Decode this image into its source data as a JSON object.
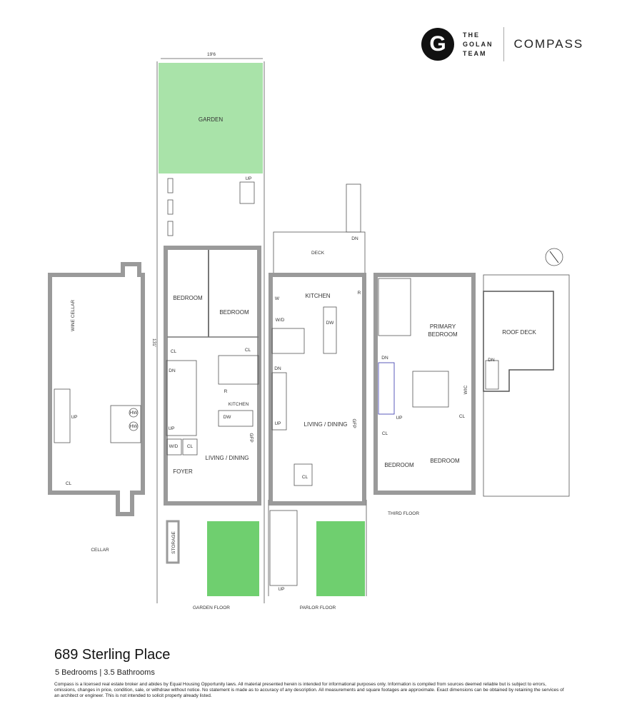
{
  "brand": {
    "team_logo": "THE GOLAN TEAM",
    "team_lines": [
      "THE",
      "GOLAN",
      "TEAM"
    ],
    "company": "COMPASS"
  },
  "dimensions": {
    "width": "19'6",
    "depth": "131'"
  },
  "outdoor": {
    "garden": "GARDEN",
    "up": "UP",
    "deck": "DECK",
    "deck_dn": "DN"
  },
  "cellar": {
    "wine": "WINE CELLAR",
    "up": "UP",
    "hw1": "HW",
    "hw2": "HW",
    "cl": "CL",
    "name": "CELLAR"
  },
  "garden_floor": {
    "bedroom1": "BEDROOM",
    "bedroom2": "BEDROOM",
    "cl1": "CL",
    "cl2": "CL",
    "dn": "DN",
    "up": "UP",
    "r": "R",
    "kitchen": "KITCHEN",
    "dw": "DW",
    "wd": "W/D",
    "cl3": "CL",
    "living": "LIVING / DINING",
    "gfp": "GFP",
    "foyer": "FOYER",
    "storage": "STORAGE",
    "name": "GARDEN FLOOR"
  },
  "parlor_floor": {
    "kitchen": "KITCHEN",
    "w": "W",
    "r": "R",
    "wd": "W/D",
    "dw": "DW",
    "dn": "DN",
    "up": "UP",
    "living": "LIVING / DINING",
    "gfp": "GFP",
    "cl": "CL",
    "stoop_up": "UP",
    "name": "PARLOR FLOOR"
  },
  "third_floor": {
    "primary1": "PRIMARY",
    "primary2": "BEDROOM",
    "dn": "DN",
    "up": "UP",
    "wic": "WIC",
    "cl1": "CL",
    "cl2": "CL",
    "bedroom1": "BEDROOM",
    "bedroom2": "BEDROOM",
    "name": "THIRD FLOOR"
  },
  "roof": {
    "deck": "ROOF DECK",
    "dn": "DN"
  },
  "listing": {
    "address": "689 Sterling Place",
    "summary": "5 Bedrooms | 3.5 Bathrooms",
    "disclaimer": "Compass is a licensed real estate broker and abides by Equal Housing Opportunity laws. All material presented herein is intended for informational purposes only. Information is compiled from sources deemed reliable but is subject to errors, omissions, changes in price, condition, sale, or withdraw without notice. No statement is made as to accuracy of any description. All measurements and square footages are approximate. Exact dimensions can be obtained by retaining the services of an architect or engineer. This is not intended to solicit property already listed."
  }
}
